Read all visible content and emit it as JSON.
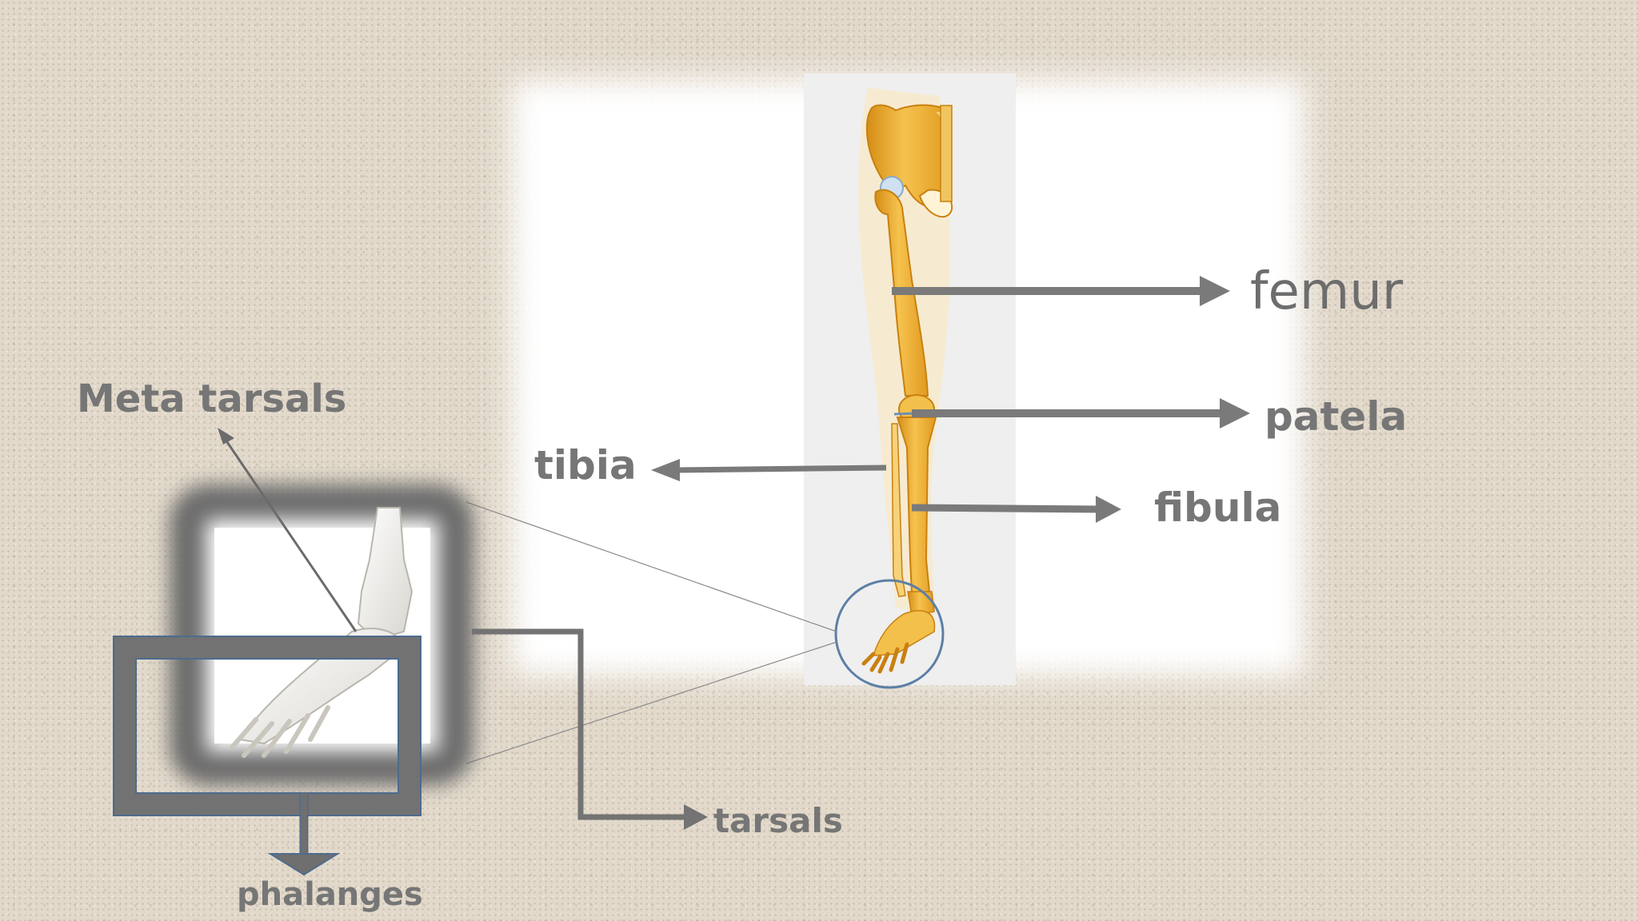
{
  "labels": {
    "femur": "femur",
    "patela": "patela",
    "tibia": "tibia",
    "fibula": "fibula",
    "meta_tarsals": "Meta tarsals",
    "tarsals": "tarsals",
    "phalanges": "phalanges"
  },
  "colors": {
    "arrow": "#7a7a7a",
    "label": "#767676",
    "bone": "#e8a62a",
    "bone_light": "#f6cf6a",
    "circle": "#5c7fa6",
    "box_border": "#4d6b8e",
    "background": "#e2d9cb"
  }
}
